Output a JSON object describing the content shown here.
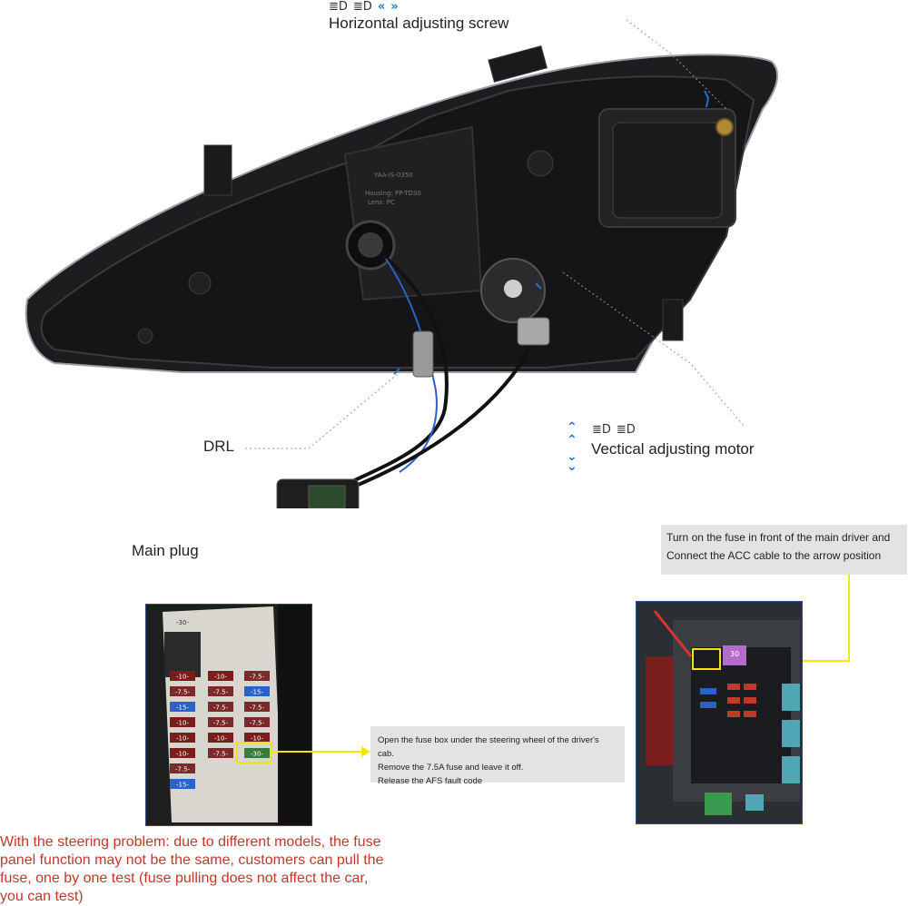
{
  "labels": {
    "horizontal_screw": "Horizontal adjusting screw",
    "drl": "DRL",
    "vertical_motor": "Vectical adjusting motor",
    "main_plug": "Main plug"
  },
  "housing_print": {
    "line1": "YAA-IS-0350",
    "line2": "Housing: PP-TD30",
    "line3": "Lens: PC"
  },
  "callouts": {
    "right_line1": "Turn on the fuse in front of the main driver and",
    "right_line2": "Connect the ACC cable to the arrow position",
    "middle_line1": "Open the fuse box under the steering wheel of the driver's cab.",
    "middle_line2": "Remove the 7.5A fuse and leave it off.",
    "middle_line3": "Release the AFS fault code"
  },
  "fuse_panel_left": {
    "fuses_a": [
      "-10-",
      "-7.5-",
      "-15-",
      "-10-",
      "-10-",
      "-10-",
      "-7.5-",
      "-15-"
    ],
    "fuses_b": [
      "-10-",
      "-7.5-",
      "-7.5-",
      "-7.5-",
      "-10-",
      "-7.5-"
    ],
    "fuses_c": [
      "-7.5-",
      "-15-",
      "-7.5-",
      "-7.5-",
      "-10-",
      "-30-"
    ],
    "top": "-30-"
  },
  "fuse_box_right": {
    "label": "30"
  },
  "warning": {
    "line1": "With the steering problem: due to different models, the fuse",
    "line2": "panel function may not be the same, customers can pull the",
    "line3": "fuse, one by one test (fuse pulling does not affect the car,",
    "line4": "you can test)"
  },
  "colors": {
    "accent": "#1f6fd1",
    "warning_text": "#c0392b",
    "callout_bg": "#e3e3e3",
    "leader_yellow": "#f5e600"
  },
  "icons": [
    "low-beam-icon",
    "high-beam-icon",
    "chevron-left-icon",
    "chevron-up-icon",
    "chevron-down-icon"
  ]
}
